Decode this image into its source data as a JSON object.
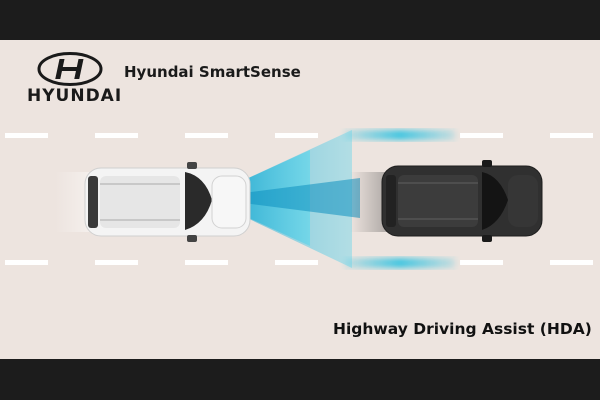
{
  "brand": {
    "wordmark": "HYUNDAI",
    "name": "Hyundai SmartSense"
  },
  "caption": "Highway Driving Assist (HDA)",
  "colors": {
    "background": "#ede4df",
    "letterbox": "#1c1c1c",
    "lane_marking": "#ffffff",
    "sensor_beam": "#1fb6d8",
    "own_car": "#f2f2f2",
    "lead_car": "#2e2e2e"
  },
  "icons": {
    "logo": "hyundai-logo-icon"
  }
}
